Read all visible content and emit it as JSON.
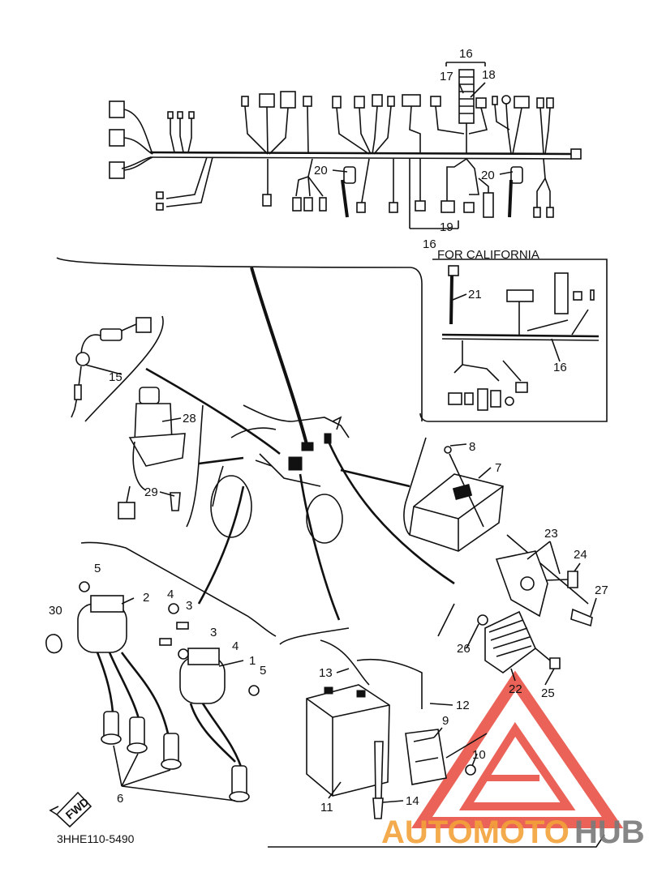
{
  "diagram": {
    "code": "3HHE110-5490",
    "fwd_label": "FWD",
    "california_label": "FOR CALIFORNIA",
    "callouts": {
      "c1": "1",
      "c2": "2",
      "c3a": "3",
      "c3b": "3",
      "c4a": "4",
      "c4b": "4",
      "c5a": "5",
      "c5b": "5",
      "c6": "6",
      "c7": "7",
      "c8": "8",
      "c9": "9",
      "c10": "10",
      "c11": "11",
      "c12": "12",
      "c13": "13",
      "c14": "14",
      "c15": "15",
      "c16a": "16",
      "c16b": "16",
      "c16c": "16",
      "c17": "17",
      "c18": "18",
      "c19": "19",
      "c20a": "20",
      "c20b": "20",
      "c21": "21",
      "c22": "22",
      "c23": "23",
      "c24": "24",
      "c25": "25",
      "c26": "26",
      "c27": "27",
      "c28": "28",
      "c29": "29",
      "c30": "30"
    }
  },
  "watermark": {
    "part1": "AUTOMOTO",
    "part2": "HUB",
    "color_primary": "#e8483c",
    "color_secondary": "#7a7a7a"
  }
}
